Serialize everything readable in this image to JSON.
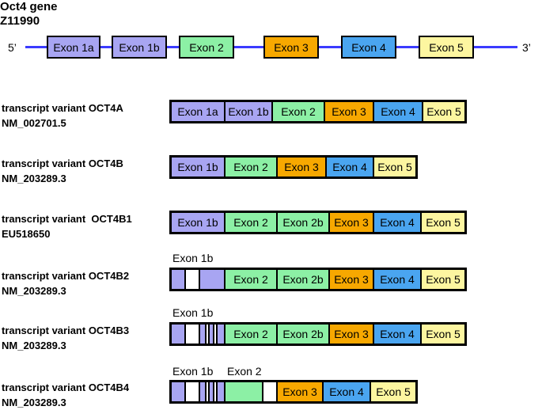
{
  "header": {
    "line1": "Oct4 gene",
    "line2": "Z11990"
  },
  "gene": {
    "five_prime": "5’",
    "three_prime": "3’",
    "exons": [
      "Exon 1a",
      "Exon 1b",
      "Exon 2",
      "Exon 3",
      "Exon 4",
      "Exon 5"
    ]
  },
  "colors": {
    "exon1": "#a8a5f2",
    "exon2": "#8cf0a5",
    "exon2b": "#8cf0a5",
    "exon3": "#f7a800",
    "exon4": "#4aa5f0",
    "exon5": "#fdf6a0",
    "line": "#3b3bff"
  },
  "variants": [
    {
      "name": "transcript variant OCT4A",
      "accession": "NM_002701.5",
      "exons": [
        "Exon 1a",
        "Exon 1b",
        "Exon 2",
        "Exon 3",
        "Exon 4",
        "Exon 5"
      ]
    },
    {
      "name": "transcript variant OCT4B",
      "accession": "NM_203289.3",
      "exons": [
        "Exon 1b",
        "Exon 2",
        "Exon 3",
        "Exon 4",
        "Exon 5"
      ]
    },
    {
      "name": "transcript variant  OCT4B1",
      "accession": "EU518650",
      "exons": [
        "Exon 1b",
        "Exon 2",
        "Exon 2b",
        "Exon 3",
        "Exon 4",
        "Exon 5"
      ]
    },
    {
      "name": "transcript variant OCT4B2",
      "accession": "NM_203289.3",
      "above": [
        "Exon 1b"
      ],
      "exons": [
        "Exon 2",
        "Exon 2b",
        "Exon 3",
        "Exon 4",
        "Exon 5"
      ]
    },
    {
      "name": "transcript variant OCT4B3",
      "accession": "NM_203289.3",
      "above": [
        "Exon 1b"
      ],
      "exons": [
        "Exon 2",
        "Exon 2b",
        "Exon 3",
        "Exon 4",
        "Exon 5"
      ]
    },
    {
      "name": "transcript variant OCT4B4",
      "accession": "NM_203289.3",
      "above": [
        "Exon 1b",
        "Exon 2"
      ],
      "exons": [
        "Exon 3",
        "Exon 4",
        "Exon 5"
      ]
    }
  ]
}
